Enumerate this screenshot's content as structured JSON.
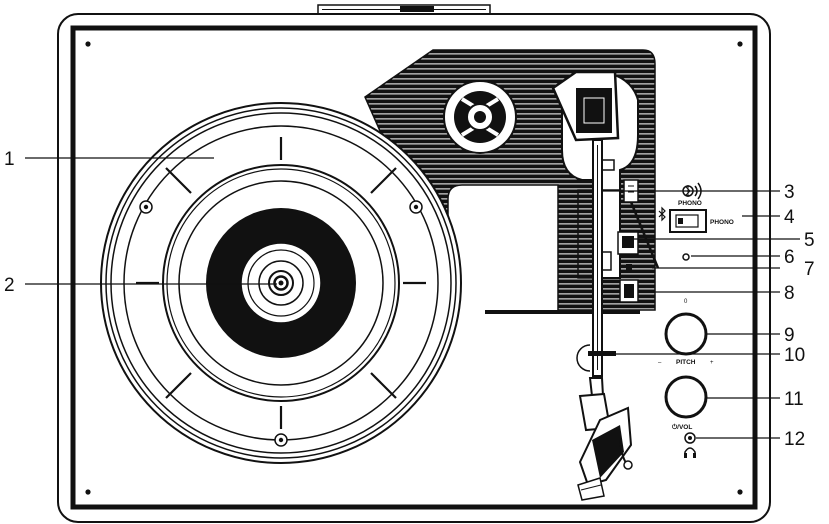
{
  "callouts": [
    {
      "id": "1",
      "label": "1"
    },
    {
      "id": "2",
      "label": "2"
    },
    {
      "id": "3",
      "label": "3"
    },
    {
      "id": "4",
      "label": "4"
    },
    {
      "id": "5",
      "label": "5"
    },
    {
      "id": "6",
      "label": "6"
    },
    {
      "id": "7",
      "label": "7"
    },
    {
      "id": "8",
      "label": "8"
    },
    {
      "id": "9",
      "label": "9"
    },
    {
      "id": "10",
      "label": "10"
    },
    {
      "id": "11",
      "label": "11"
    },
    {
      "id": "12",
      "label": "12"
    }
  ],
  "panel_labels": {
    "phono_top": "PHONO",
    "phono_switch": "PHONO",
    "pitch": "PITCH",
    "pitch_zero": "0",
    "pitch_minus": "–",
    "pitch_plus": "+",
    "power_vol": "⏻/VOL"
  },
  "icons": {
    "bluetooth": "bluetooth-icon",
    "bluetooth_speaker": "bluetooth-speaker-icon",
    "headphones": "headphones-icon"
  }
}
